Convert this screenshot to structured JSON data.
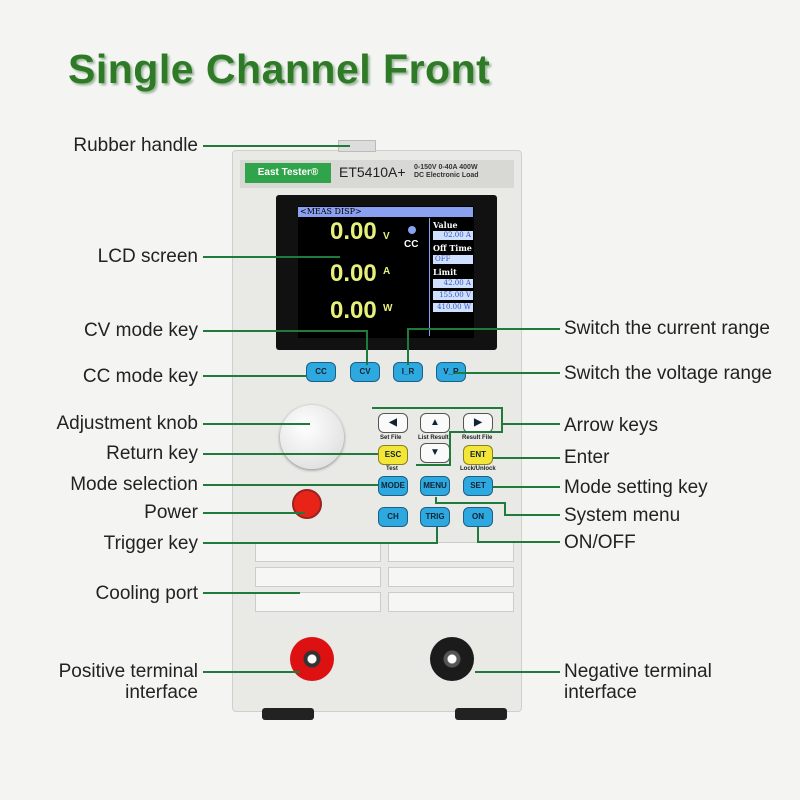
{
  "title": "Single Channel Front",
  "device": {
    "brand": "East Tester®",
    "model": "ET5410A+",
    "spec_line1": "0-150V 0-40A 400W",
    "spec_line2": "DC Electronic Load",
    "lcd": {
      "header": "<MEAS DISP>",
      "voltage": "0.00",
      "voltage_unit": "V",
      "current": "0.00",
      "current_unit": "A",
      "power": "0.00",
      "power_unit": "W",
      "mode": "CC",
      "value_label": "Value",
      "value": "02.00  A",
      "off_time_label": "Off Time",
      "off_time": "OFF",
      "limit_label": "Limit",
      "limit_current": "42.00  A",
      "limit_voltage": "155.00  V",
      "limit_power": "410.00  W"
    },
    "keys": {
      "cc": "CC",
      "cv": "CV",
      "ir": "I_R",
      "vr": "V_R",
      "left": "◀",
      "up": "▲",
      "right": "▶",
      "down": "▼",
      "esc": "ESC",
      "ent": "ENT",
      "mode": "MODE",
      "menu": "MENU",
      "set": "SET",
      "ch": "CH",
      "trig": "TRIG",
      "on": "ON"
    },
    "key_sublabels": {
      "set_file": "Set File",
      "list_result": "List Result",
      "result_file": "Result File",
      "test": "Test",
      "lock_unlock": "Lock/Unlock"
    }
  },
  "callouts_left": [
    "Rubber handle",
    "LCD screen",
    "CV mode key",
    "CC mode key",
    "Adjustment knob",
    "Return key",
    "Mode selection",
    "Power",
    "Trigger key",
    "Cooling port",
    "Positive terminal",
    "interface"
  ],
  "callouts_right": [
    "Switch the current range",
    "Switch the voltage range",
    "Arrow keys",
    "Enter",
    "Mode setting key",
    "System menu",
    "ON/OFF",
    "Negative terminal",
    "interface"
  ],
  "colors": {
    "title": "#2e7a26",
    "leader_lines": "#1f7a3c",
    "key_blue": "#2ea9df",
    "key_yellow": "#f3e636",
    "power": "#e82418"
  }
}
